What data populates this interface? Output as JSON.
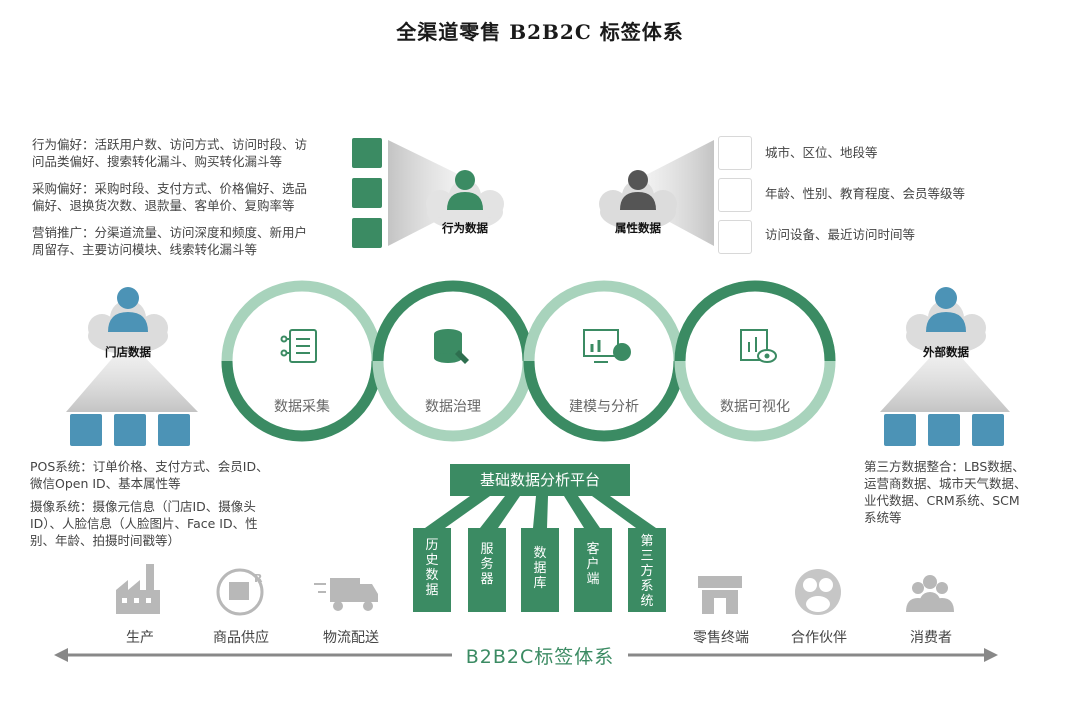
{
  "title": "全渠道零售 B2B2C 标签体系",
  "behavior": {
    "label": "行为数据",
    "lines": [
      "行为偏好：活跃用户数、访问方式、访问时段、访",
      "问品类偏好、搜索转化漏斗、购买转化漏斗等",
      "采购偏好：采购时段、支付方式、价格偏好、选品",
      "偏好、退换货次数、退款量、客单价、复购率等",
      "营销推广：分渠道流量、访问深度和频度、新用户",
      "周留存、主要访问模块、线索转化漏斗等"
    ]
  },
  "attribute": {
    "label": "属性数据",
    "items": [
      "城市、区位、地段等",
      "年龄、性别、教育程度、会员等级等",
      "访问设备、最近访问时间等"
    ]
  },
  "store": {
    "label": "门店数据",
    "lines": [
      "POS系统：订单价格、支付方式、会员ID、",
      "微信Open ID、基本属性等",
      "摄像系统：摄像元信息（门店ID、摄像头",
      "ID）、人脸信息（人脸图片、Face ID、性",
      "别、年龄、拍摄时间戳等）"
    ]
  },
  "external": {
    "label": "外部数据",
    "lines": [
      "第三方数据整合：LBS数据、",
      "运营商数据、城市天气数据、",
      "业代数据、CRM系统、SCM",
      "系统等"
    ]
  },
  "circles": [
    "数据采集",
    "数据治理",
    "建模与分析",
    "数据可视化"
  ],
  "platform": {
    "label": "基础数据分析平台",
    "pillars": [
      "历史数据",
      "服务器",
      "数据库",
      "客户端",
      "第三方系统"
    ]
  },
  "bottom": {
    "icons": [
      "生产",
      "商品供应",
      "物流配送",
      "零售终端",
      "合作伙伴",
      "消费者"
    ],
    "axis_label": "B2B2C标签体系"
  },
  "colors": {
    "green": "#3b8b63",
    "light_green": "#a8d3bc",
    "blue": "#4c93b6",
    "gray": "#c0c0c0"
  }
}
